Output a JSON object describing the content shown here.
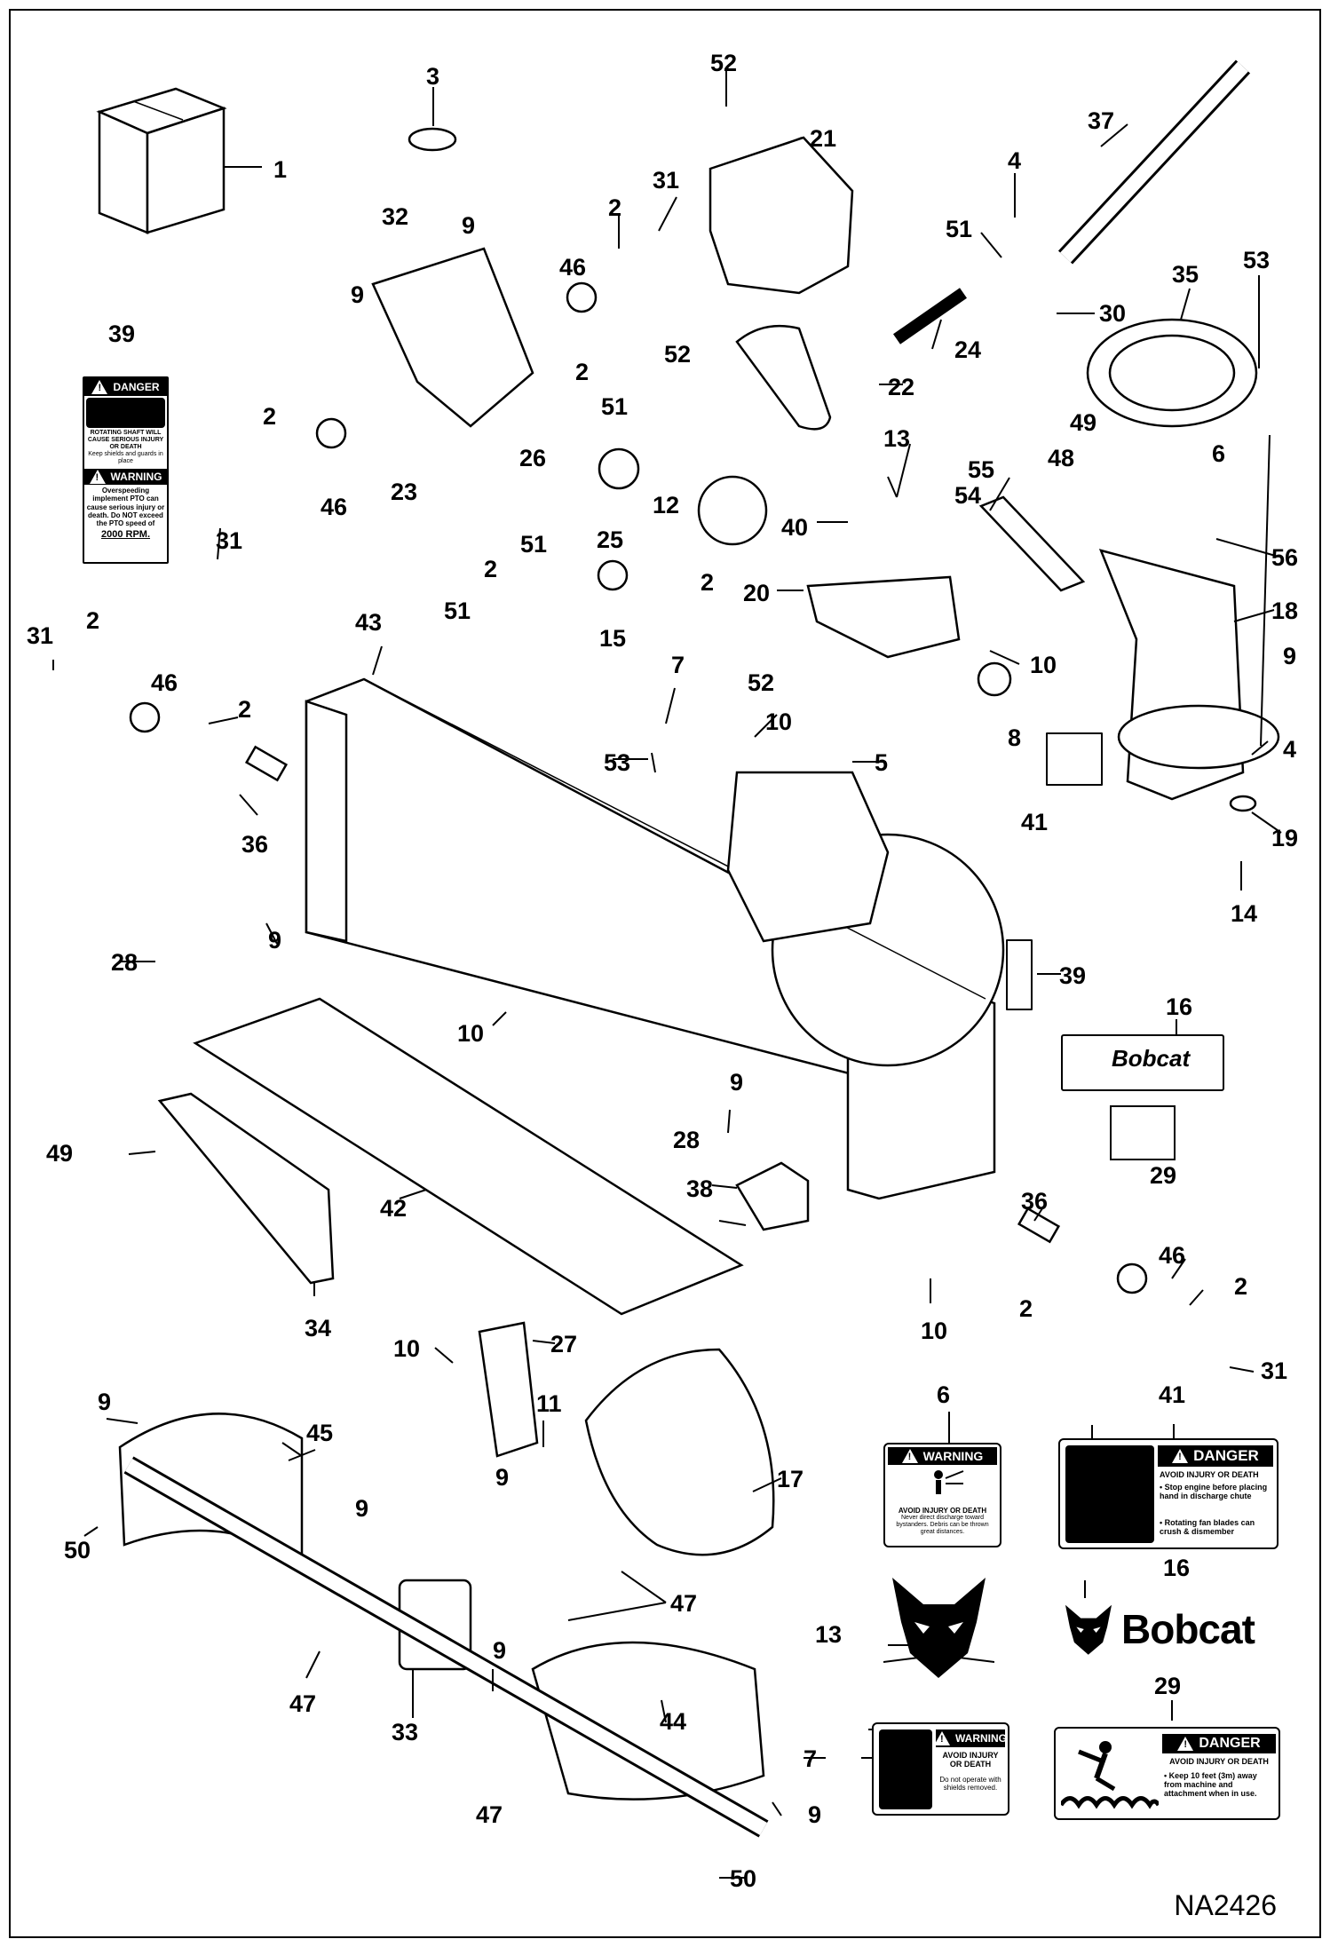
{
  "figure_id": "NA2426",
  "callouts": [
    "1",
    "2",
    "3",
    "4",
    "5",
    "6",
    "7",
    "8",
    "9",
    "10",
    "11",
    "12",
    "13",
    "14",
    "15",
    "16",
    "17",
    "18",
    "19",
    "20",
    "21",
    "22",
    "23",
    "24",
    "25",
    "26",
    "27",
    "28",
    "29",
    "30",
    "31",
    "32",
    "33",
    "34",
    "35",
    "36",
    "37",
    "38",
    "39",
    "40",
    "41",
    "42",
    "43",
    "44",
    "45",
    "46",
    "47",
    "48",
    "49",
    "50",
    "51",
    "52",
    "53",
    "54",
    "55",
    "56"
  ],
  "decal_39": {
    "danger_heading": "DANGER",
    "danger_text": "ROTATING SHAFT WILL CAUSE SERIOUS INJURY OR DEATH",
    "danger_sub": "Keep shields and guards in place",
    "warning_heading": "WARNING",
    "warning_text": "Overspeeding implement PTO can cause serious injury or death. Do NOT exceed the PTO speed of",
    "rpm": "2000 RPM."
  },
  "decal_6": {
    "heading": "WARNING",
    "sub": "AVOID INJURY OR DEATH",
    "text": "Never direct discharge toward bystanders. Debris can be thrown great distances."
  },
  "decal_41": {
    "heading": "DANGER",
    "sub": "AVOID INJURY OR DEATH",
    "bullet1": "Stop engine before placing hand in discharge chute",
    "bullet2": "Rotating fan blades can crush & dismember"
  },
  "decal_7": {
    "heading": "WARNING",
    "sub": "AVOID INJURY OR DEATH",
    "text": "Do not operate with shields removed."
  },
  "decal_29": {
    "heading": "DANGER",
    "sub": "AVOID INJURY OR DEATH",
    "text": "Keep 10 feet (3m) away from machine and attachment when in use."
  },
  "decal_16": {
    "brand": "Bobcat"
  },
  "exploded_decal_16": {
    "brand": "Bobcat"
  }
}
